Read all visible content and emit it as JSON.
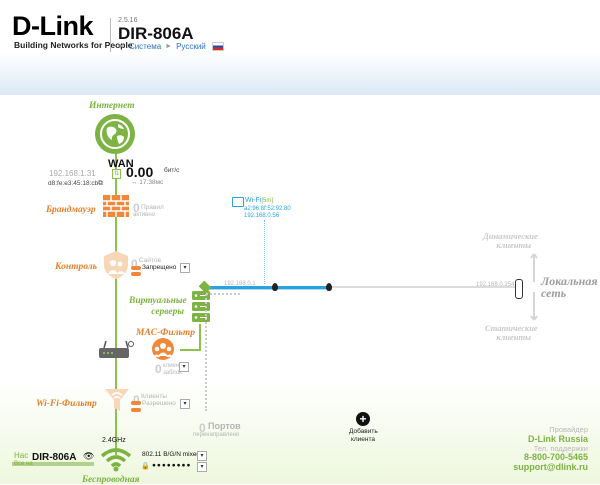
{
  "header": {
    "logo": "D-Link",
    "tagline": "Building Networks for People",
    "version": "2.5.16",
    "model": "DIR-806A",
    "nav": [
      "Система",
      "Русский"
    ]
  },
  "internet": {
    "label": "Интернет"
  },
  "wan": {
    "label": "WAN",
    "ip": "192.168.1.31",
    "mac": "d8:fe:e3:45:18:cb",
    "speed_value": "0.00",
    "speed_unit": "бит/с",
    "speed_sub": "↔ 17.38мс"
  },
  "firewall": {
    "label": "Брандмауэр",
    "count": "0",
    "count_label": "Правил",
    "sub": "активно"
  },
  "control": {
    "label": "Контроль",
    "count": "0",
    "count_label": "Сайтов",
    "mode": "Запрещено"
  },
  "virtual_servers": {
    "label_line1": "Виртуальные",
    "label_line2": "серверы"
  },
  "mac_filter": {
    "label": "MAC-Фильтр",
    "count": "0",
    "count_label": "клиентов",
    "sub": "заблок."
  },
  "wifi_filter": {
    "label": "Wi-Fi-Фильтр",
    "count": "0",
    "count_label": "Клиенты",
    "mode": "Разрешено"
  },
  "ports": {
    "count": "0",
    "label_line1": "Портов",
    "label_line2": "перенаправлено"
  },
  "wifi_client": {
    "name": "Wi-Fi",
    "tag": "[5m]",
    "mac": "a2:96:8f:52:92:80",
    "ip": "192.168.0.56"
  },
  "line_labels": {
    "left": "192.168.0.1",
    "right": "192.168.0.254"
  },
  "add_client": {
    "line1": "Добавить",
    "line2": "клиента"
  },
  "lan": {
    "dynamic_line1": "Динамические",
    "dynamic_line2": "клиенты",
    "local_line1": "Локальная",
    "local_line2": "сеть",
    "static_line1": "Статические",
    "static_line2": "клиенты"
  },
  "wireless": {
    "band": "2.4GHz",
    "ssid": "DIR-806A",
    "mode": "802.11 B/G/N mixed",
    "password": "●●●●●●●●",
    "label": "Беспроводная",
    "settings_line1": "Нас",
    "settings_line2": "Все на"
  },
  "support": {
    "provider_label": "Провайдер",
    "provider": "D-Link Russia",
    "phone_label": "Тел. поддержки",
    "phone": "8-800-700-5465",
    "email": "support@dlink.ru"
  },
  "colors": {
    "green": "#7cb342",
    "orange": "#e6802a",
    "blue": "#29a3e0",
    "brand": "#000000"
  }
}
